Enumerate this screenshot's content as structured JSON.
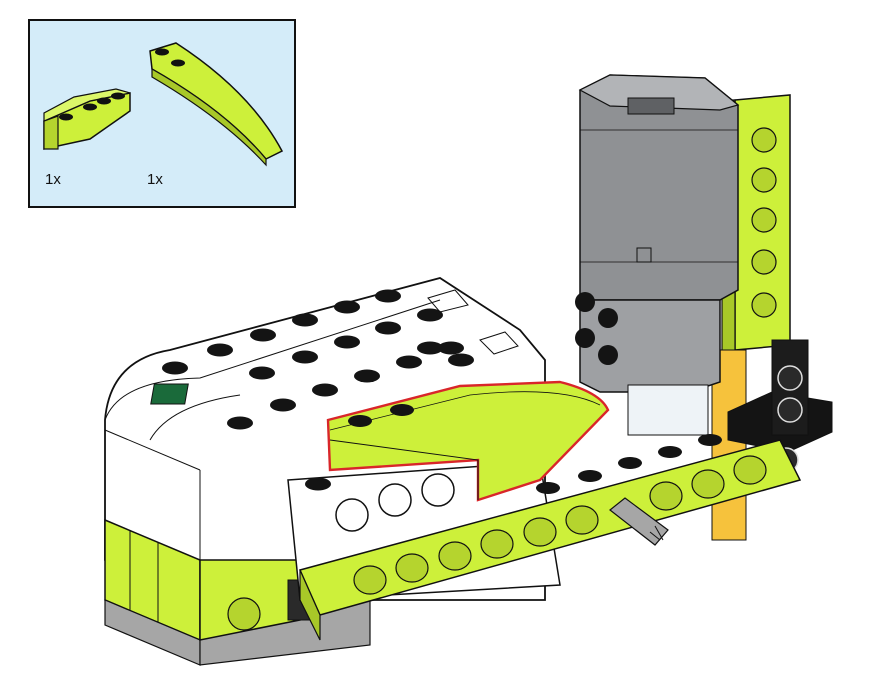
{
  "parts_list": {
    "items": [
      {
        "part": "lime-inverted-slope-brick",
        "quantity": "1x"
      },
      {
        "part": "lime-curved-slope-brick",
        "quantity": "1x"
      }
    ]
  },
  "colors": {
    "lime": "#cdf03a",
    "lime_dark": "#a8c828",
    "parts_bg": "#d4ecf9",
    "highlight": "#d9262a",
    "motor_gray": "#8f9194",
    "hub_white": "#ffffff",
    "black": "#141414",
    "orange": "#f6c23c"
  }
}
